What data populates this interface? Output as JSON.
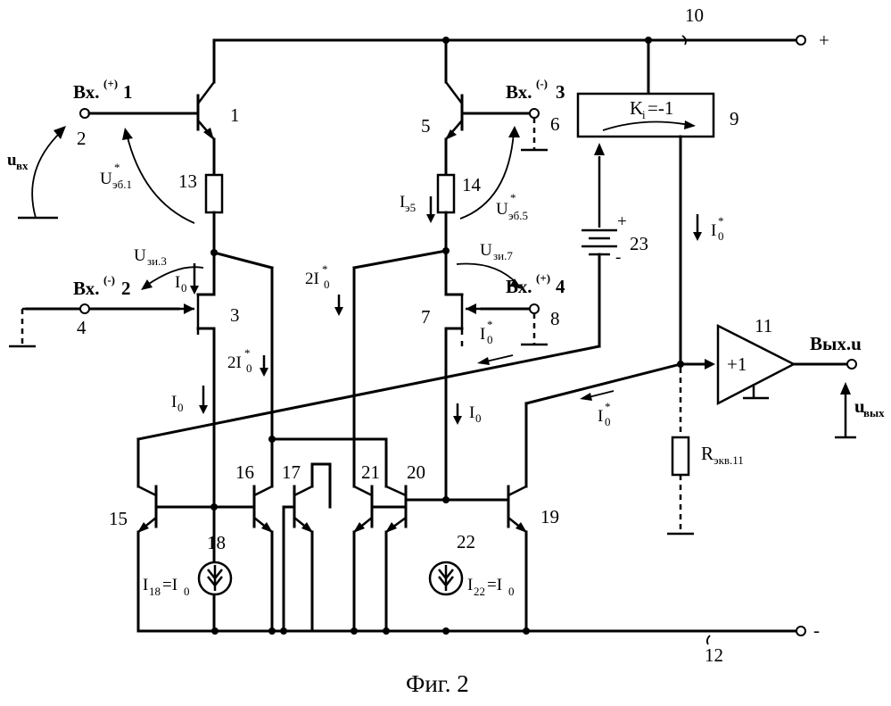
{
  "caption": "Фиг. 2",
  "power": {
    "plus_sign": "+",
    "minus_sign": "-",
    "top_bus_number": "10",
    "bottom_bus_number": "12"
  },
  "inputs": {
    "in1": {
      "label": "Вх.",
      "sup": "(+)",
      "idx": "1",
      "terminal": "2"
    },
    "in2": {
      "label": "Вх.",
      "sup": "(-)",
      "idx": "2",
      "terminal": "4"
    },
    "in3": {
      "label": "Вх.",
      "sup": "(-)",
      "idx": "3",
      "terminal": "6"
    },
    "in4": {
      "label": "Вх.",
      "sup": "(+)",
      "idx": "4",
      "terminal": "8"
    }
  },
  "output": {
    "label": "Вых.u",
    "voltage": "u",
    "voltage_sub": "вых",
    "buffer_gain": "+1",
    "buffer_number": "11"
  },
  "input_voltage": {
    "main": "u",
    "sub": "вх"
  },
  "components": {
    "t1": "1",
    "t3": "3",
    "t5": "5",
    "t7": "7",
    "r13": "13",
    "r14": "14",
    "t15": "15",
    "t16": "16",
    "t17": "17",
    "cs18": "18",
    "t19": "19",
    "t20": "20",
    "t21": "21",
    "cs22": "22",
    "battery": "23",
    "mirror": "9"
  },
  "mirror_gain": {
    "k": "K",
    "sub": "i",
    "value": "=-1"
  },
  "battery_signs": {
    "plus": "+",
    "minus": "-"
  },
  "annotations": {
    "ueb1": {
      "main": "U",
      "star": "*",
      "sub": "эб.1"
    },
    "ueb5": {
      "main": "U",
      "star": "*",
      "sub": "эб.5"
    },
    "uzi3": {
      "main": "U",
      "sub": "зи.3"
    },
    "uzi7": {
      "main": "U",
      "sub": "зи.7"
    },
    "ie5": {
      "main": "I",
      "sub": "э5"
    },
    "i0": {
      "main": "I",
      "sub": "0"
    },
    "two_i0_star": {
      "prefix": "2I",
      "star": "*",
      "sub": "0"
    },
    "i0_star": {
      "main": "I",
      "star": "*",
      "sub": "0"
    },
    "i18": {
      "main": "I",
      "sub": "18",
      "eq": "=I",
      "eq_sub": "0"
    },
    "i22": {
      "main": "I",
      "sub": "22",
      "eq": "=I",
      "eq_sub": "0"
    },
    "r_eq": {
      "main": "R",
      "sub": "экв.11"
    }
  }
}
